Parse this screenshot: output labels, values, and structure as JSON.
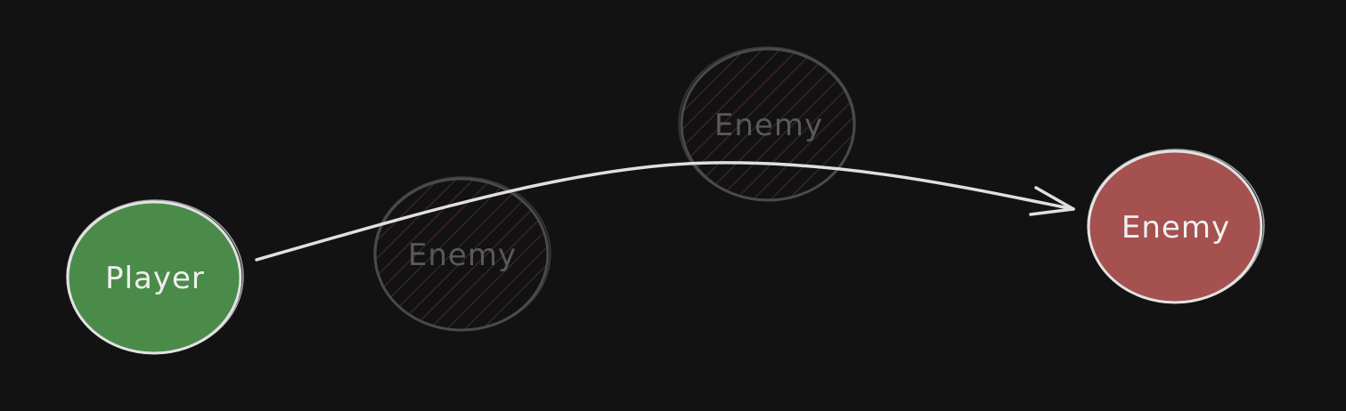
{
  "nodes": {
    "player": {
      "label": "Player",
      "fill": "#4b8b4a",
      "stroke": "#e3e3e3",
      "text_color": "#f0f0f0"
    },
    "ghost_enemy_1": {
      "label": "Enemy",
      "fill": "#121212",
      "stroke": "#4a4a4a",
      "hatch": "#4a2a2c",
      "text_color": "#595959"
    },
    "ghost_enemy_2": {
      "label": "Enemy",
      "fill": "#121212",
      "stroke": "#4a4a4a",
      "hatch": "#4a2a2c",
      "text_color": "#595959"
    },
    "enemy": {
      "label": "Enemy",
      "fill": "#a45150",
      "stroke": "#e3e3e3",
      "text_color": "#f0f0f0"
    }
  },
  "arrow": {
    "color": "#e0e0e0"
  },
  "background": "#121212"
}
